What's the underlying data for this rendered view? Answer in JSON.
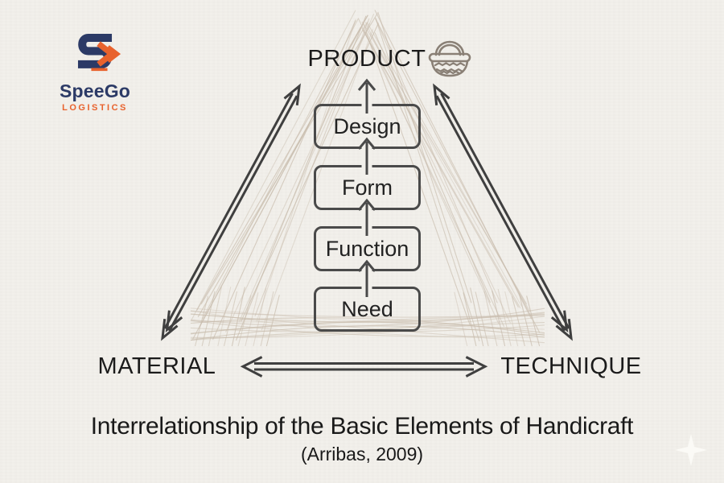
{
  "logo": {
    "name": "SpeeGo",
    "tagline": "LOGISTICS",
    "colors": {
      "navy": "#2c3a66",
      "orange": "#e8622d"
    }
  },
  "diagram": {
    "apex_label": "PRODUCT",
    "left_label": "MATERIAL",
    "right_label": "TECHNIQUE",
    "boxes": [
      "Design",
      "Form",
      "Function",
      "Need"
    ],
    "flow_order_bottom_to_top": [
      "Need",
      "Function",
      "Form",
      "Design",
      "PRODUCT"
    ]
  },
  "caption": {
    "title": "Interrelationship of the Basic Elements of Handicraft",
    "citation": "(Arribas, 2009)"
  },
  "icons": {
    "basket": "woven-basket-icon",
    "logo_mark": "s-arrow-monogram-icon",
    "sparkle": "four-point-sparkle"
  },
  "colors": {
    "background": "#f2f0eb",
    "ink": "#1c1c1c",
    "line": "#4a4a4a",
    "weave": "#c8bcad",
    "basket": "#8a8076"
  }
}
